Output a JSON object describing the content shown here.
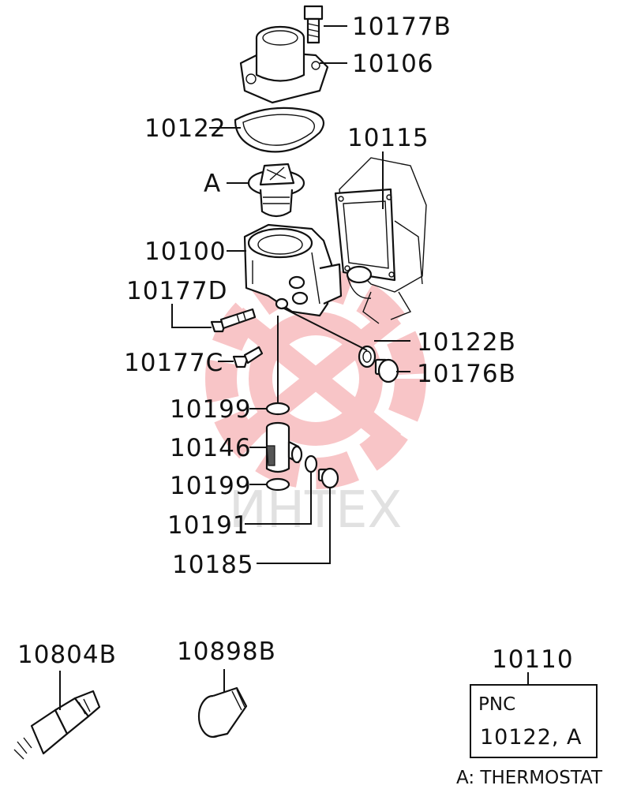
{
  "parts": {
    "p10177B": "10177B",
    "p10106": "10106",
    "p10122": "10122",
    "p10115": "10115",
    "pA": "A",
    "p10100": "10100",
    "p10177D": "10177D",
    "p10122B": "10122B",
    "p10177C": "10177C",
    "p10176B": "10176B",
    "p10199_top": "10199",
    "p10146": "10146",
    "p10199_bottom": "10199",
    "p10191": "10191",
    "p10185": "10185",
    "p10804B": "10804B",
    "p10898B": "10898B",
    "p10110": "10110"
  },
  "legend_box": {
    "header": "PNC",
    "value": "10122, A"
  },
  "footnote": "A: THERMOSTAT",
  "watermark": {
    "text": "ИНТЕХ",
    "color": "#e8333a"
  }
}
